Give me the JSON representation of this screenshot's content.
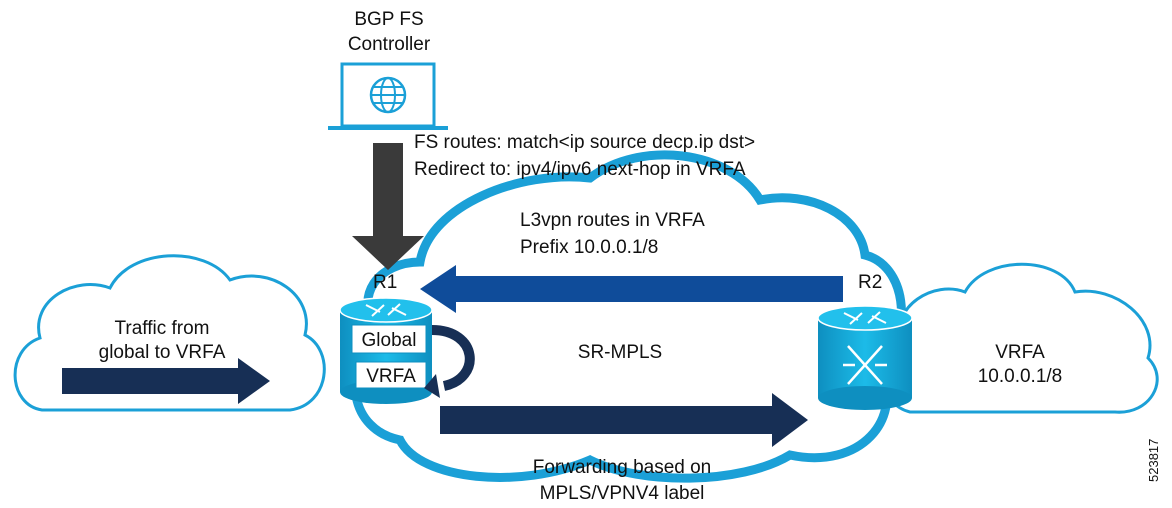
{
  "controller": {
    "title_line1": "BGP FS",
    "title_line2": "Controller"
  },
  "fs_routes": {
    "line1": "FS routes: match<ip source decp.ip dst>",
    "line2": "Redirect to: ipv4/ipv6 next-hop in VRFA"
  },
  "l3vpn": {
    "line1": "L3vpn routes in VRFA",
    "line2": "Prefix 10.0.0.1/8"
  },
  "routers": {
    "r1": "R1",
    "r2": "R2"
  },
  "r1_labels": {
    "global": "Global",
    "vrfa": "VRFA"
  },
  "left_cloud": {
    "line1": "Traffic from",
    "line2": "global to VRFA"
  },
  "right_cloud": {
    "line1": "VRFA",
    "line2": "10.0.0.1/8"
  },
  "core": {
    "label": "SR-MPLS"
  },
  "forwarding": {
    "line1": "Forwarding based on",
    "line2": "MPLS/VPNV4 label"
  },
  "figure_id": "523817",
  "colors": {
    "cyan": "#1ba0d7",
    "cyan_fill": "#14b4e3",
    "navy": "#172f55",
    "blue": "#0f4c9a",
    "gray": "#3a3a3a"
  },
  "icons": {
    "controller": "globe-icon",
    "router": "router-icon"
  }
}
